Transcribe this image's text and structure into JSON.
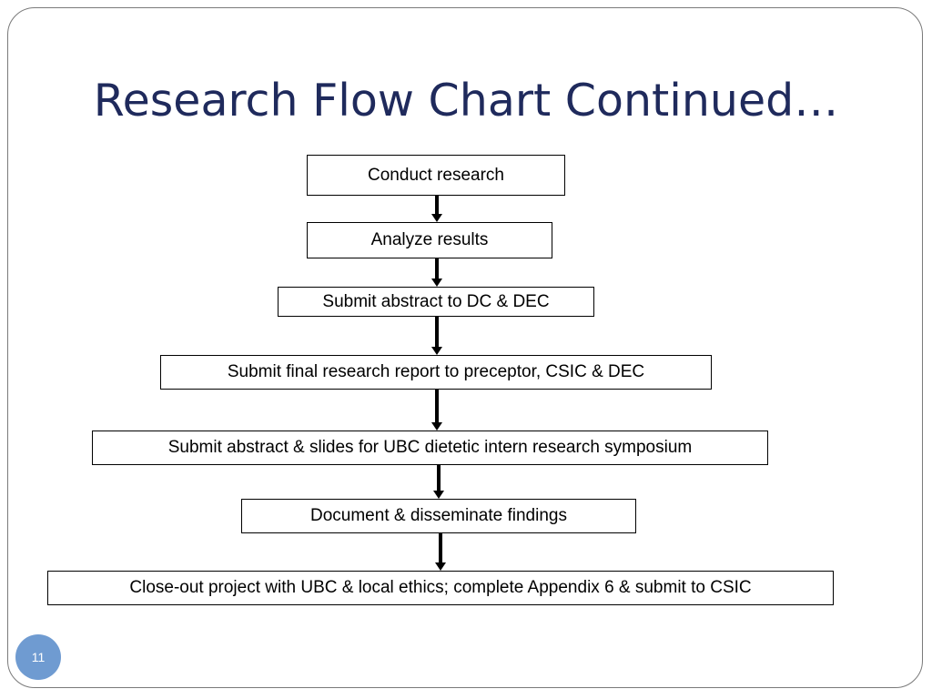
{
  "slide": {
    "title": "Research Flow Chart Continued…",
    "page_number": "11"
  },
  "flow_steps": [
    "Conduct research",
    "Analyze results",
    "Submit abstract to DC & DEC",
    "Submit final research report to preceptor, CSIC & DEC",
    "Submit abstract & slides for UBC dietetic intern research symposium",
    "Document & disseminate findings",
    "Close-out project with UBC & local ethics; complete Appendix 6 & submit to CSIC"
  ],
  "colors": {
    "title": "#1f2a5c",
    "page_badge": "#6f9bd1",
    "box_border": "#000000",
    "frame_border": "#7a7a7a"
  }
}
